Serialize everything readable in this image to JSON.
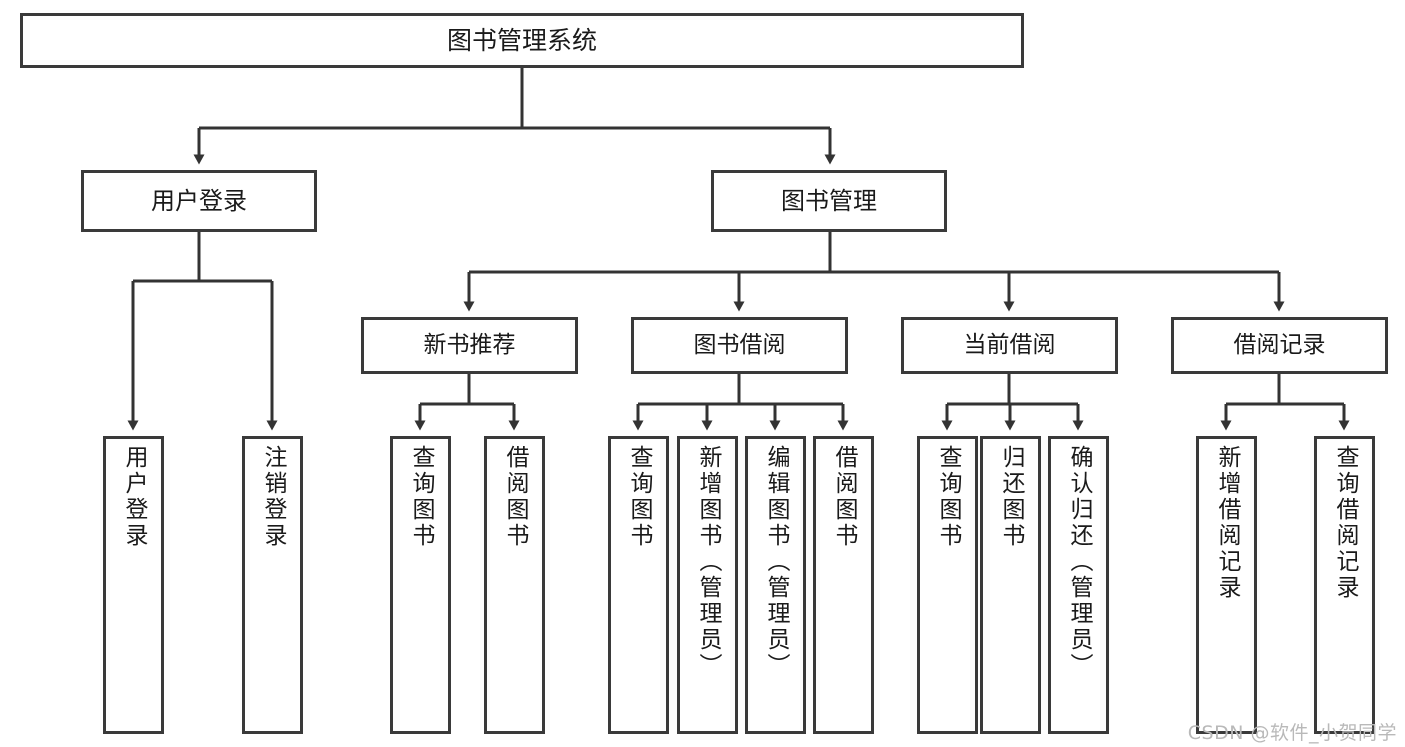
{
  "diagram": {
    "title": "图书管理系统",
    "watermark": "CSDN @软件_小贺同学",
    "style": {
      "box_border_color": "#3a3a3a",
      "box_fill_color": "#ffffff",
      "line_color": "#333333",
      "text_color": "#1a1a1a",
      "background": "#ffffff"
    },
    "root": {
      "label": "图书管理系统"
    },
    "level1": [
      {
        "label": "用户登录"
      },
      {
        "label": "图书管理"
      }
    ],
    "level2": [
      {
        "label": "新书推荐"
      },
      {
        "label": "图书借阅"
      },
      {
        "label": "当前借阅"
      },
      {
        "label": "借阅记录"
      }
    ],
    "leaves": [
      {
        "label": "用户登录",
        "parent": "用户登录"
      },
      {
        "label": "注销登录",
        "parent": "用户登录"
      },
      {
        "label": "查询图书",
        "parent": "新书推荐"
      },
      {
        "label": "借阅图书",
        "parent": "新书推荐"
      },
      {
        "label": "查询图书",
        "parent": "图书借阅"
      },
      {
        "label": "新增图书（管理员）",
        "parent": "图书借阅"
      },
      {
        "label": "编辑图书（管理员）",
        "parent": "图书借阅"
      },
      {
        "label": "借阅图书",
        "parent": "图书借阅"
      },
      {
        "label": "查询图书",
        "parent": "当前借阅"
      },
      {
        "label": "归还图书",
        "parent": "当前借阅"
      },
      {
        "label": "确认归还（管理员）",
        "parent": "当前借阅"
      },
      {
        "label": "新增借阅记录",
        "parent": "借阅记录"
      },
      {
        "label": "查询借阅记录",
        "parent": "借阅记录"
      }
    ]
  }
}
